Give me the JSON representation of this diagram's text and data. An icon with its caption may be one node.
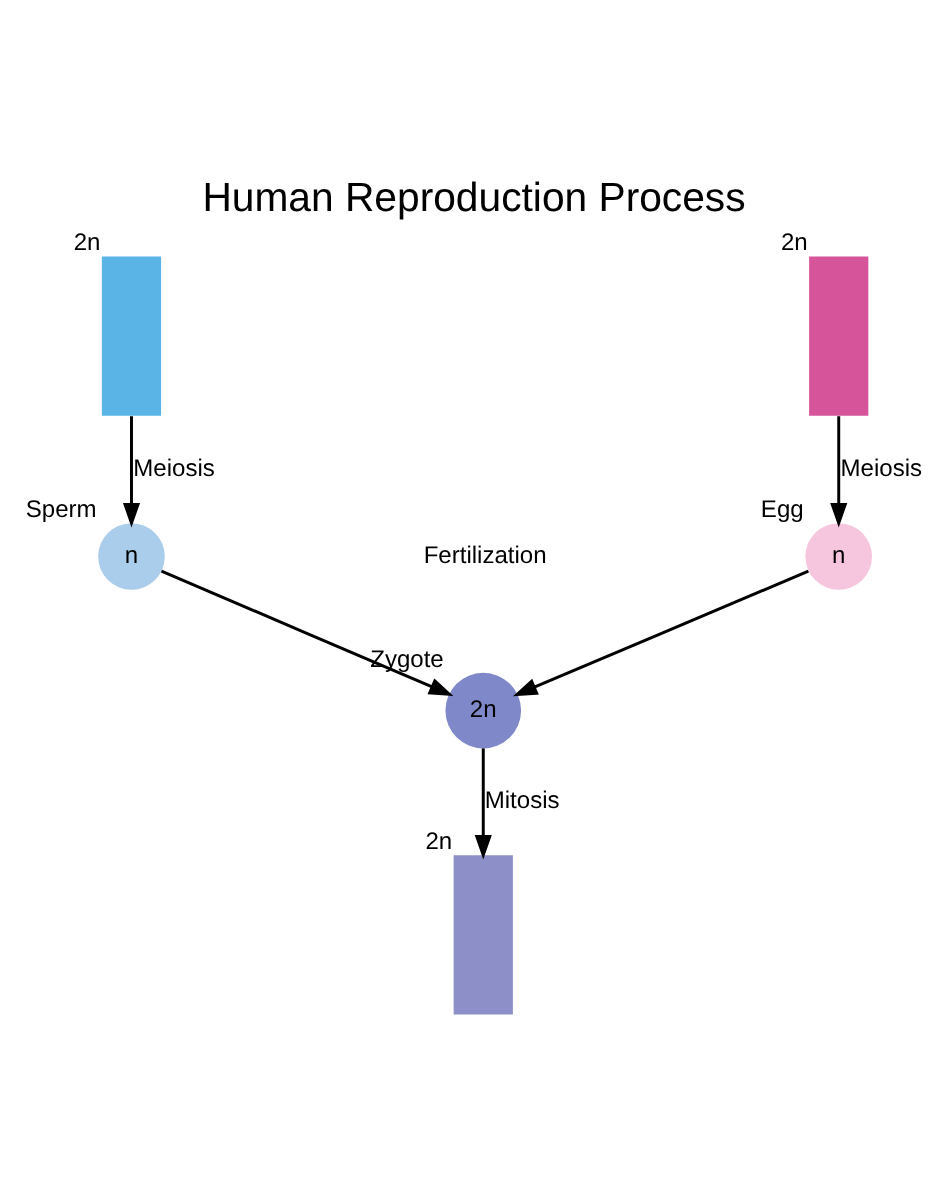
{
  "diagram": {
    "title": "Human Reproduction Process",
    "nodes": [
      {
        "text": [],
        "shape": "person",
        "beside": [
          "2n"
        ]
      },
      {
        "text": [],
        "shape": "person",
        "beside": [
          "2n"
        ]
      },
      {
        "text": [
          "n"
        ],
        "beside": [
          "Sperm"
        ]
      },
      {
        "text": [
          "n"
        ],
        "beside": [
          "Egg"
        ]
      },
      {
        "text": [
          "2n"
        ],
        "beside": [
          "Zygote"
        ]
      },
      {
        "text": [],
        "shape": "person",
        "beside": [
          "2n"
        ]
      }
    ],
    "edges": [
      {
        "from": 0,
        "to": 2,
        "arrow": "to",
        "label": "Meiosis"
      },
      {
        "from": 1,
        "to": 3,
        "arrow": "to",
        "label": "Meiosis"
      },
      {
        "from": 2,
        "to": 4,
        "arrow": "to"
      },
      {
        "from": 3,
        "to": 4,
        "arrow": "to"
      },
      {
        "from": 4,
        "to": 5,
        "arrow": "to",
        "label": "Mitosis"
      }
    ],
    "labels": [
      "Fertilization"
    ]
  }
}
